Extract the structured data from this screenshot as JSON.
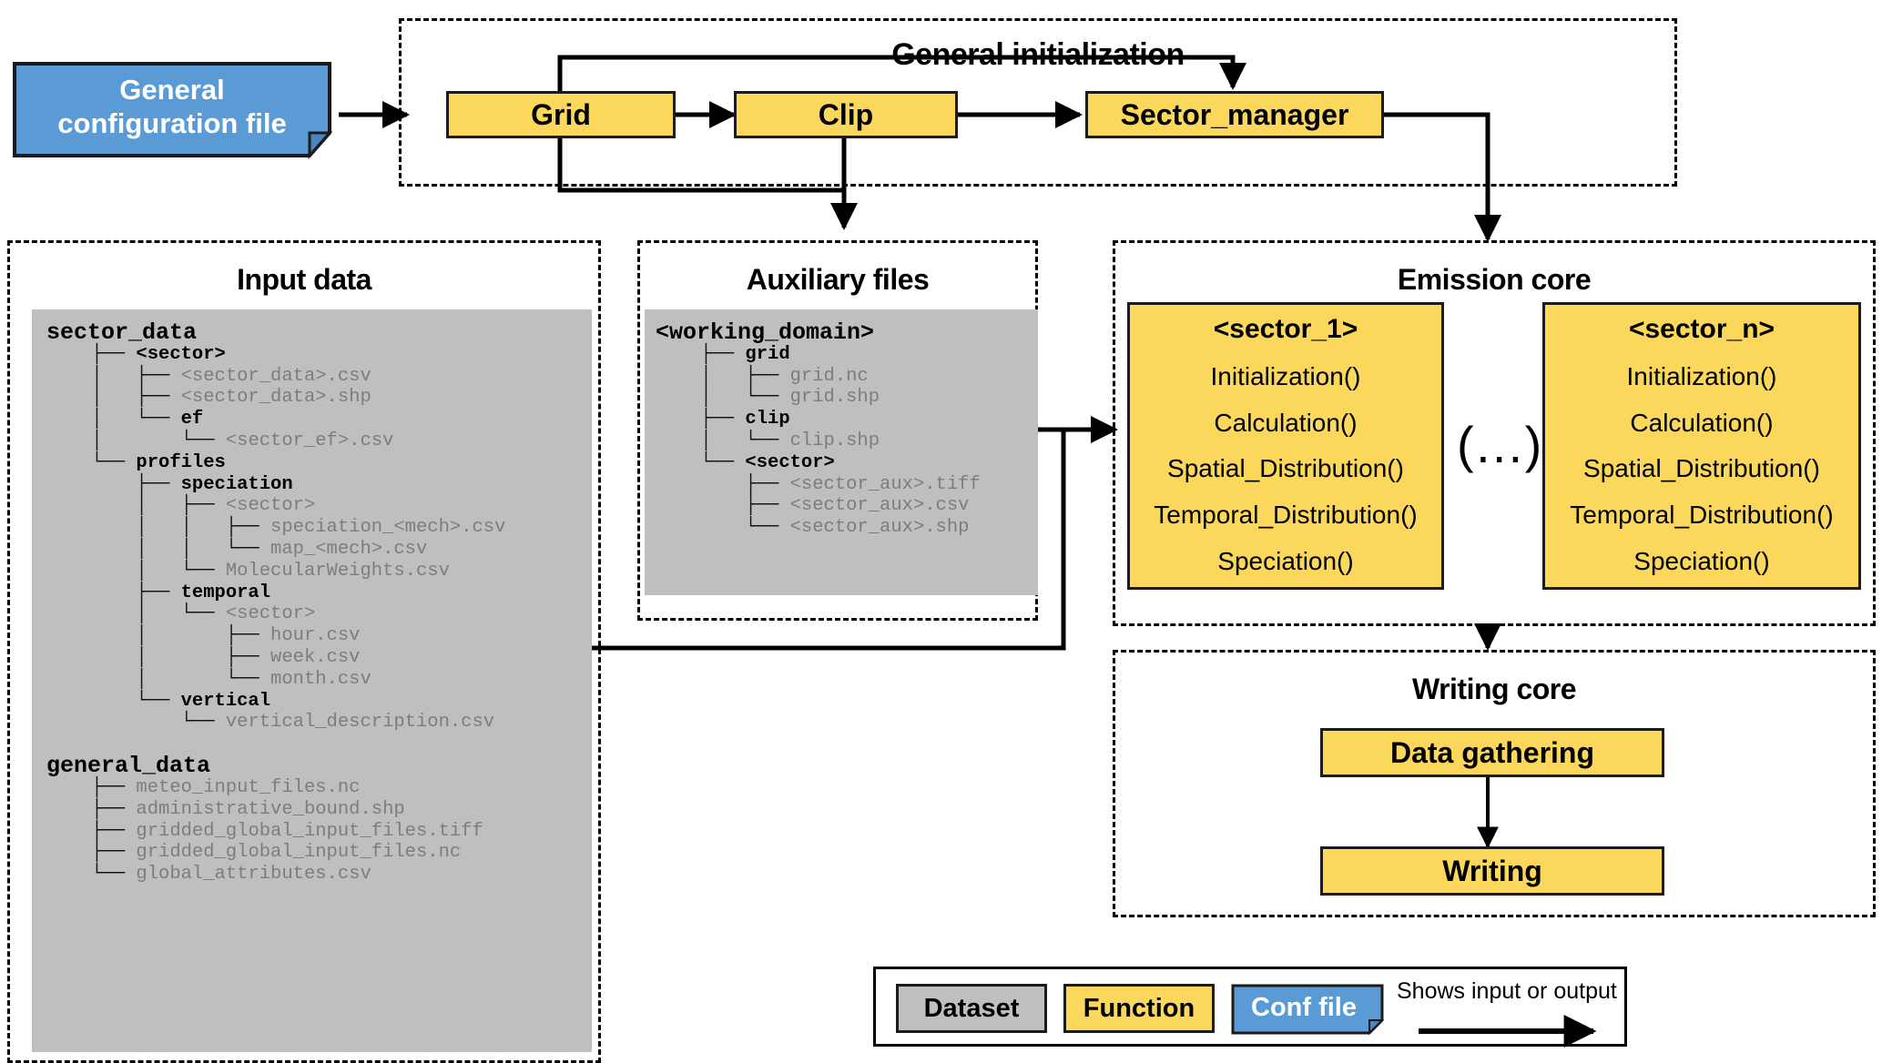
{
  "colors": {
    "function_fill": "#FBD75B",
    "conf_fill": "#5B9BD5",
    "dataset_fill": "#BFBFBF",
    "line": "#000000",
    "file_text": "#7d7d7d"
  },
  "conf_file": {
    "line1": "General",
    "line2": "configuration file"
  },
  "general_initialization": {
    "title": "General initialization",
    "boxes": [
      {
        "label": "Grid"
      },
      {
        "label": "Clip"
      },
      {
        "label": "Sector_manager"
      }
    ]
  },
  "input_data": {
    "title": "Input data",
    "tree": [
      {
        "indent": "",
        "name": "sector_data",
        "type": "root"
      },
      {
        "indent": "    ├── ",
        "name": "<sector>",
        "type": "dir"
      },
      {
        "indent": "    │   ├── ",
        "name": "<sector_data>.csv",
        "type": "file"
      },
      {
        "indent": "    │   ├── ",
        "name": "<sector_data>.shp",
        "type": "file"
      },
      {
        "indent": "    │   └── ",
        "name": "ef",
        "type": "dir"
      },
      {
        "indent": "    │       └── ",
        "name": "<sector_ef>.csv",
        "type": "file"
      },
      {
        "indent": "    └── ",
        "name": "profiles",
        "type": "dir"
      },
      {
        "indent": "        ├── ",
        "name": "speciation",
        "type": "dir"
      },
      {
        "indent": "        │   ├── ",
        "name": "<sector>",
        "type": "file"
      },
      {
        "indent": "        │   │   ├── ",
        "name": "speciation_<mech>.csv",
        "type": "file"
      },
      {
        "indent": "        │   │   └── ",
        "name": "map_<mech>.csv",
        "type": "file"
      },
      {
        "indent": "        │   └── ",
        "name": "MolecularWeights.csv",
        "type": "file"
      },
      {
        "indent": "        ├── ",
        "name": "temporal",
        "type": "dir"
      },
      {
        "indent": "        │   └── ",
        "name": "<sector>",
        "type": "file"
      },
      {
        "indent": "        │       ├── ",
        "name": "hour.csv",
        "type": "file"
      },
      {
        "indent": "        │       ├── ",
        "name": "week.csv",
        "type": "file"
      },
      {
        "indent": "        │       └── ",
        "name": "month.csv",
        "type": "file"
      },
      {
        "indent": "        └── ",
        "name": "vertical",
        "type": "dir"
      },
      {
        "indent": "            └── ",
        "name": "vertical_description.csv",
        "type": "file"
      },
      {
        "indent": "",
        "name": "",
        "type": "gap"
      },
      {
        "indent": "",
        "name": "general_data",
        "type": "root"
      },
      {
        "indent": "    ├── ",
        "name": "meteo_input_files.nc",
        "type": "file"
      },
      {
        "indent": "    ├── ",
        "name": "administrative_bound.shp",
        "type": "file"
      },
      {
        "indent": "    ├── ",
        "name": "gridded_global_input_files.tiff",
        "type": "file"
      },
      {
        "indent": "    ├── ",
        "name": "gridded_global_input_files.nc",
        "type": "file"
      },
      {
        "indent": "    └── ",
        "name": "global_attributes.csv",
        "type": "file"
      }
    ]
  },
  "auxiliary_files": {
    "title": "Auxiliary files",
    "tree": [
      {
        "indent": "",
        "name": "<working_domain>",
        "type": "root"
      },
      {
        "indent": "    ├── ",
        "name": "grid",
        "type": "dir"
      },
      {
        "indent": "    │   ├── ",
        "name": "grid.nc",
        "type": "file"
      },
      {
        "indent": "    │   └── ",
        "name": "grid.shp",
        "type": "file"
      },
      {
        "indent": "    ├── ",
        "name": "clip",
        "type": "dir"
      },
      {
        "indent": "    │   └── ",
        "name": "clip.shp",
        "type": "file"
      },
      {
        "indent": "    └── ",
        "name": "<sector>",
        "type": "dir"
      },
      {
        "indent": "        ├── ",
        "name": "<sector_aux>.tiff",
        "type": "file"
      },
      {
        "indent": "        ├── ",
        "name": "<sector_aux>.csv",
        "type": "file"
      },
      {
        "indent": "        └── ",
        "name": "<sector_aux>.shp",
        "type": "file"
      }
    ]
  },
  "emission_core": {
    "title": "Emission core",
    "ellipsis": "(…)",
    "sectors": [
      {
        "title": "<sector_1>",
        "methods": [
          "Initialization()",
          "Calculation()",
          "Spatial_Distribution()",
          "Temporal_Distribution()",
          "Speciation()"
        ]
      },
      {
        "title": "<sector_n>",
        "methods": [
          "Initialization()",
          "Calculation()",
          "Spatial_Distribution()",
          "Temporal_Distribution()",
          "Speciation()"
        ]
      }
    ]
  },
  "writing_core": {
    "title": "Writing core",
    "boxes": [
      {
        "label": "Data gathering"
      },
      {
        "label": "Writing"
      }
    ]
  },
  "legend": {
    "dataset": "Dataset",
    "function": "Function",
    "conf_file": "Conf file",
    "arrow_caption": "Shows input or output"
  }
}
